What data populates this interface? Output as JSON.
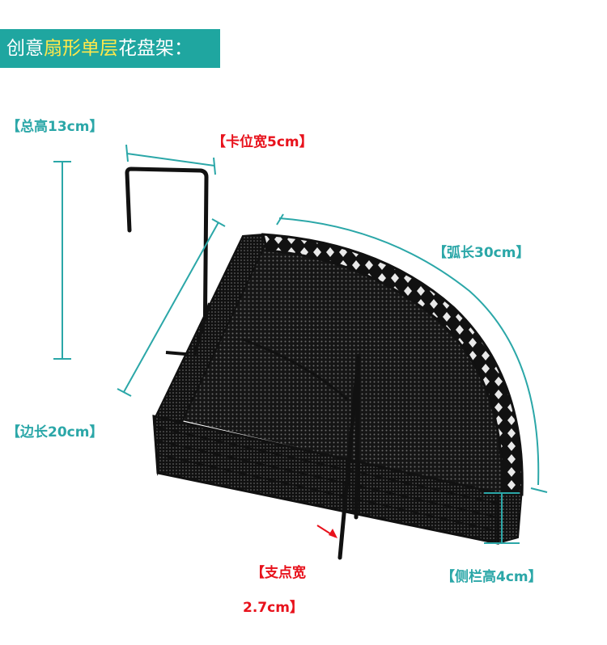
{
  "header": {
    "prefix": "创意",
    "highlight": "扇形单层",
    "suffix": "花盘架："
  },
  "labels": {
    "total_height": "【总高13cm】",
    "clip_width": "【卡位宽5cm】",
    "arc_length": "【弧长30cm】",
    "side_length": "【边长20cm】",
    "support_width_line1": "【支点宽",
    "support_width_line2": "2.7cm】",
    "rail_height": "【侧栏高4cm】"
  },
  "colors": {
    "header_bg": "#1fa6a0",
    "highlight": "#ffe84a",
    "dimension": "#2ba7a8",
    "accent_red": "#e8121c",
    "product": "#111111"
  },
  "product": {
    "icon": "fan-shaped-flower-pot-rack"
  }
}
